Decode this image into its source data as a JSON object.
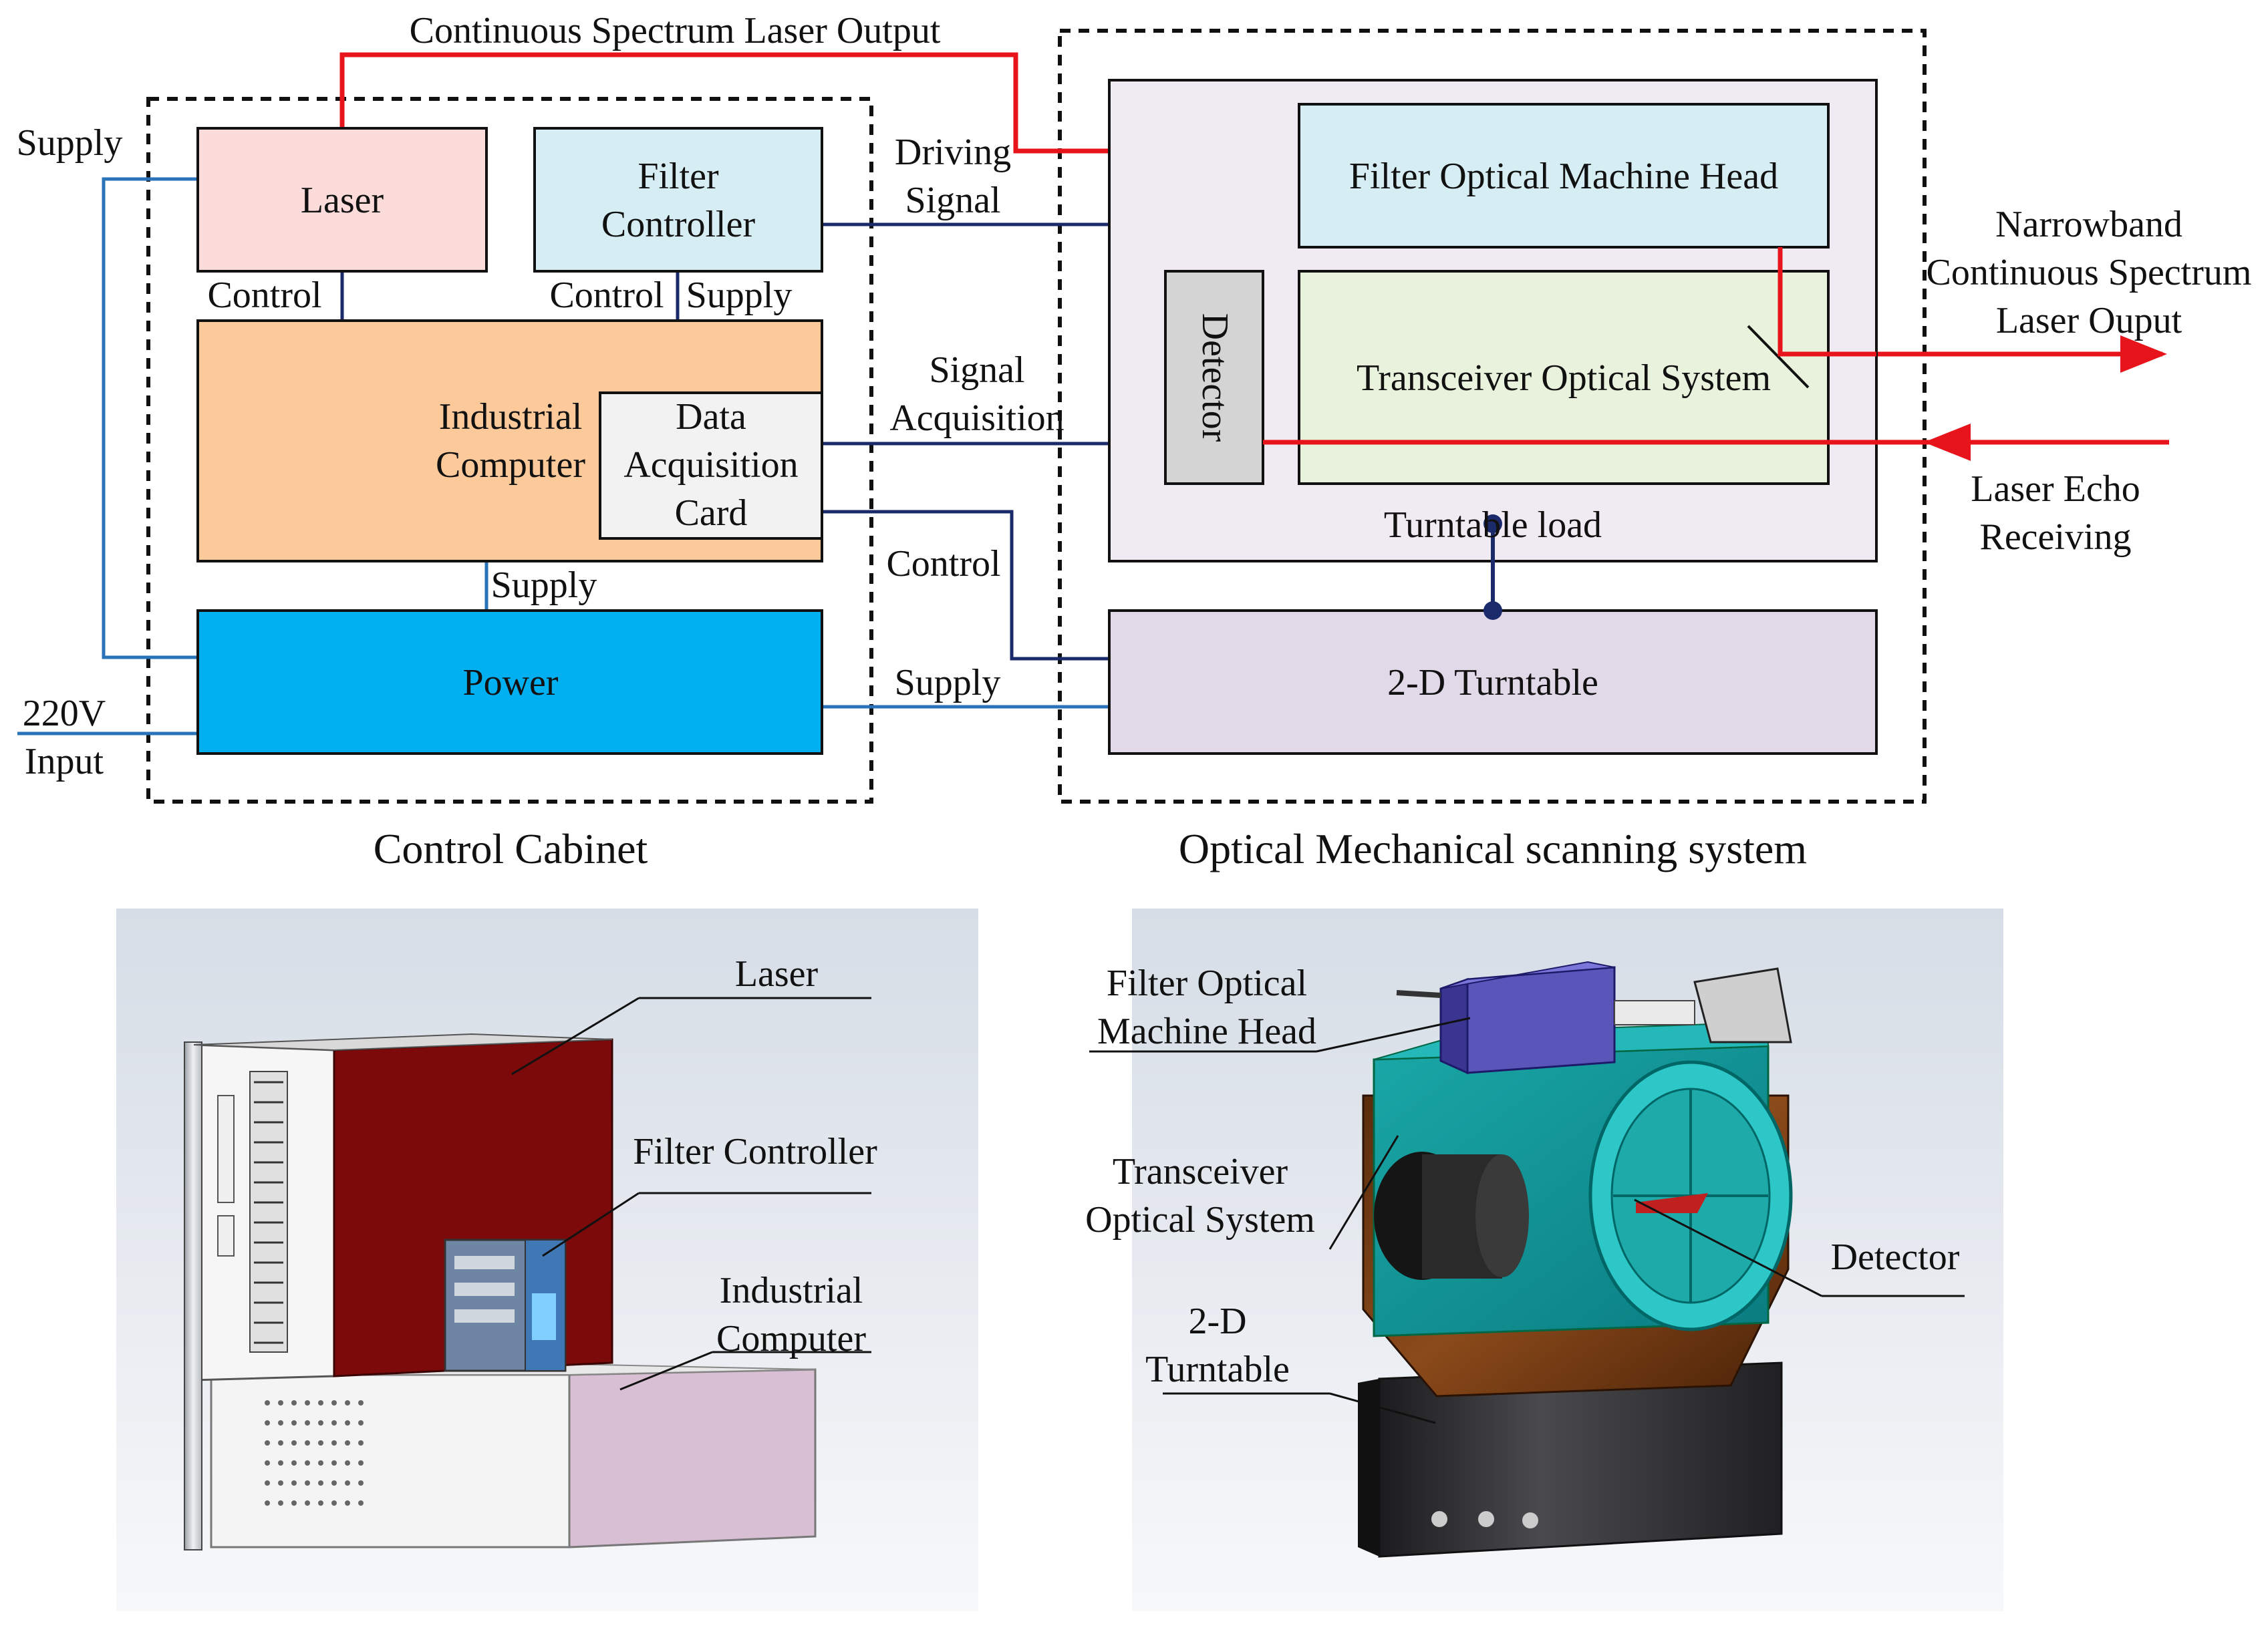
{
  "diagram": {
    "top_labels": {
      "continuous_output": "Continuous Spectrum Laser Output",
      "supply_left": "Supply",
      "control_laser": "Control",
      "control_filter": "Control",
      "supply_filter": "Supply",
      "supply_power": "Supply",
      "input_220v_line1": "220V",
      "input_220v_line2": "Input",
      "driving_line1": "Driving",
      "driving_line2": "Signal",
      "signal_line1": "Signal",
      "signal_line2": "Acquisition",
      "control_turntable": "Control",
      "supply_turntable": "Supply",
      "narrowband_line1": "Narrowband",
      "narrowband_line2": "Continuous Spectrum",
      "narrowband_line3": "Laser Ouput",
      "echo_line1": "Laser Echo",
      "echo_line2": "Receiving",
      "turntable_load": "Turntable load"
    },
    "boxes": {
      "laser": "Laser",
      "filter_controller_line1": "Filter",
      "filter_controller_line2": "Controller",
      "industrial_line1": "Industrial",
      "industrial_line2": "Computer",
      "daq_line1": "Data",
      "daq_line2": "Acquisition",
      "daq_line3": "Card",
      "power": "Power",
      "filter_head": "Filter Optical Machine Head",
      "detector": "Detector",
      "transceiver": "Transceiver Optical System",
      "turntable": "2-D Turntable"
    },
    "group_titles": {
      "control_cabinet": "Control Cabinet",
      "optical_system": "Optical Mechanical scanning system"
    },
    "colors": {
      "laser_beam": "#e8141c",
      "control_line": "#1b2a6b",
      "supply_line": "#2b73b8",
      "laser_box": "#fbdcdb",
      "filter_box": "#d6eef3",
      "industrial_box": "#fcc99b",
      "daq_box": "#f2f2f2",
      "power_box": "#00b0f0",
      "head_box": "#d6eef3",
      "detector_box": "#d4d4d4",
      "transceiver_box": "#e8f2dc",
      "load_box": "#f0eaf3",
      "turntable_box": "#e1d8e8"
    }
  },
  "renders": {
    "left": {
      "laser": "Laser",
      "filter_controller": "Filter Controller",
      "industrial_line1": "Industrial",
      "industrial_line2": "Computer"
    },
    "right": {
      "head_line1": "Filter Optical",
      "head_line2": "Machine Head",
      "transceiver_line1": "Transceiver",
      "transceiver_line2": "Optical System",
      "detector": "Detector",
      "turntable_line1": "2-D",
      "turntable_line2": "Turntable"
    }
  }
}
